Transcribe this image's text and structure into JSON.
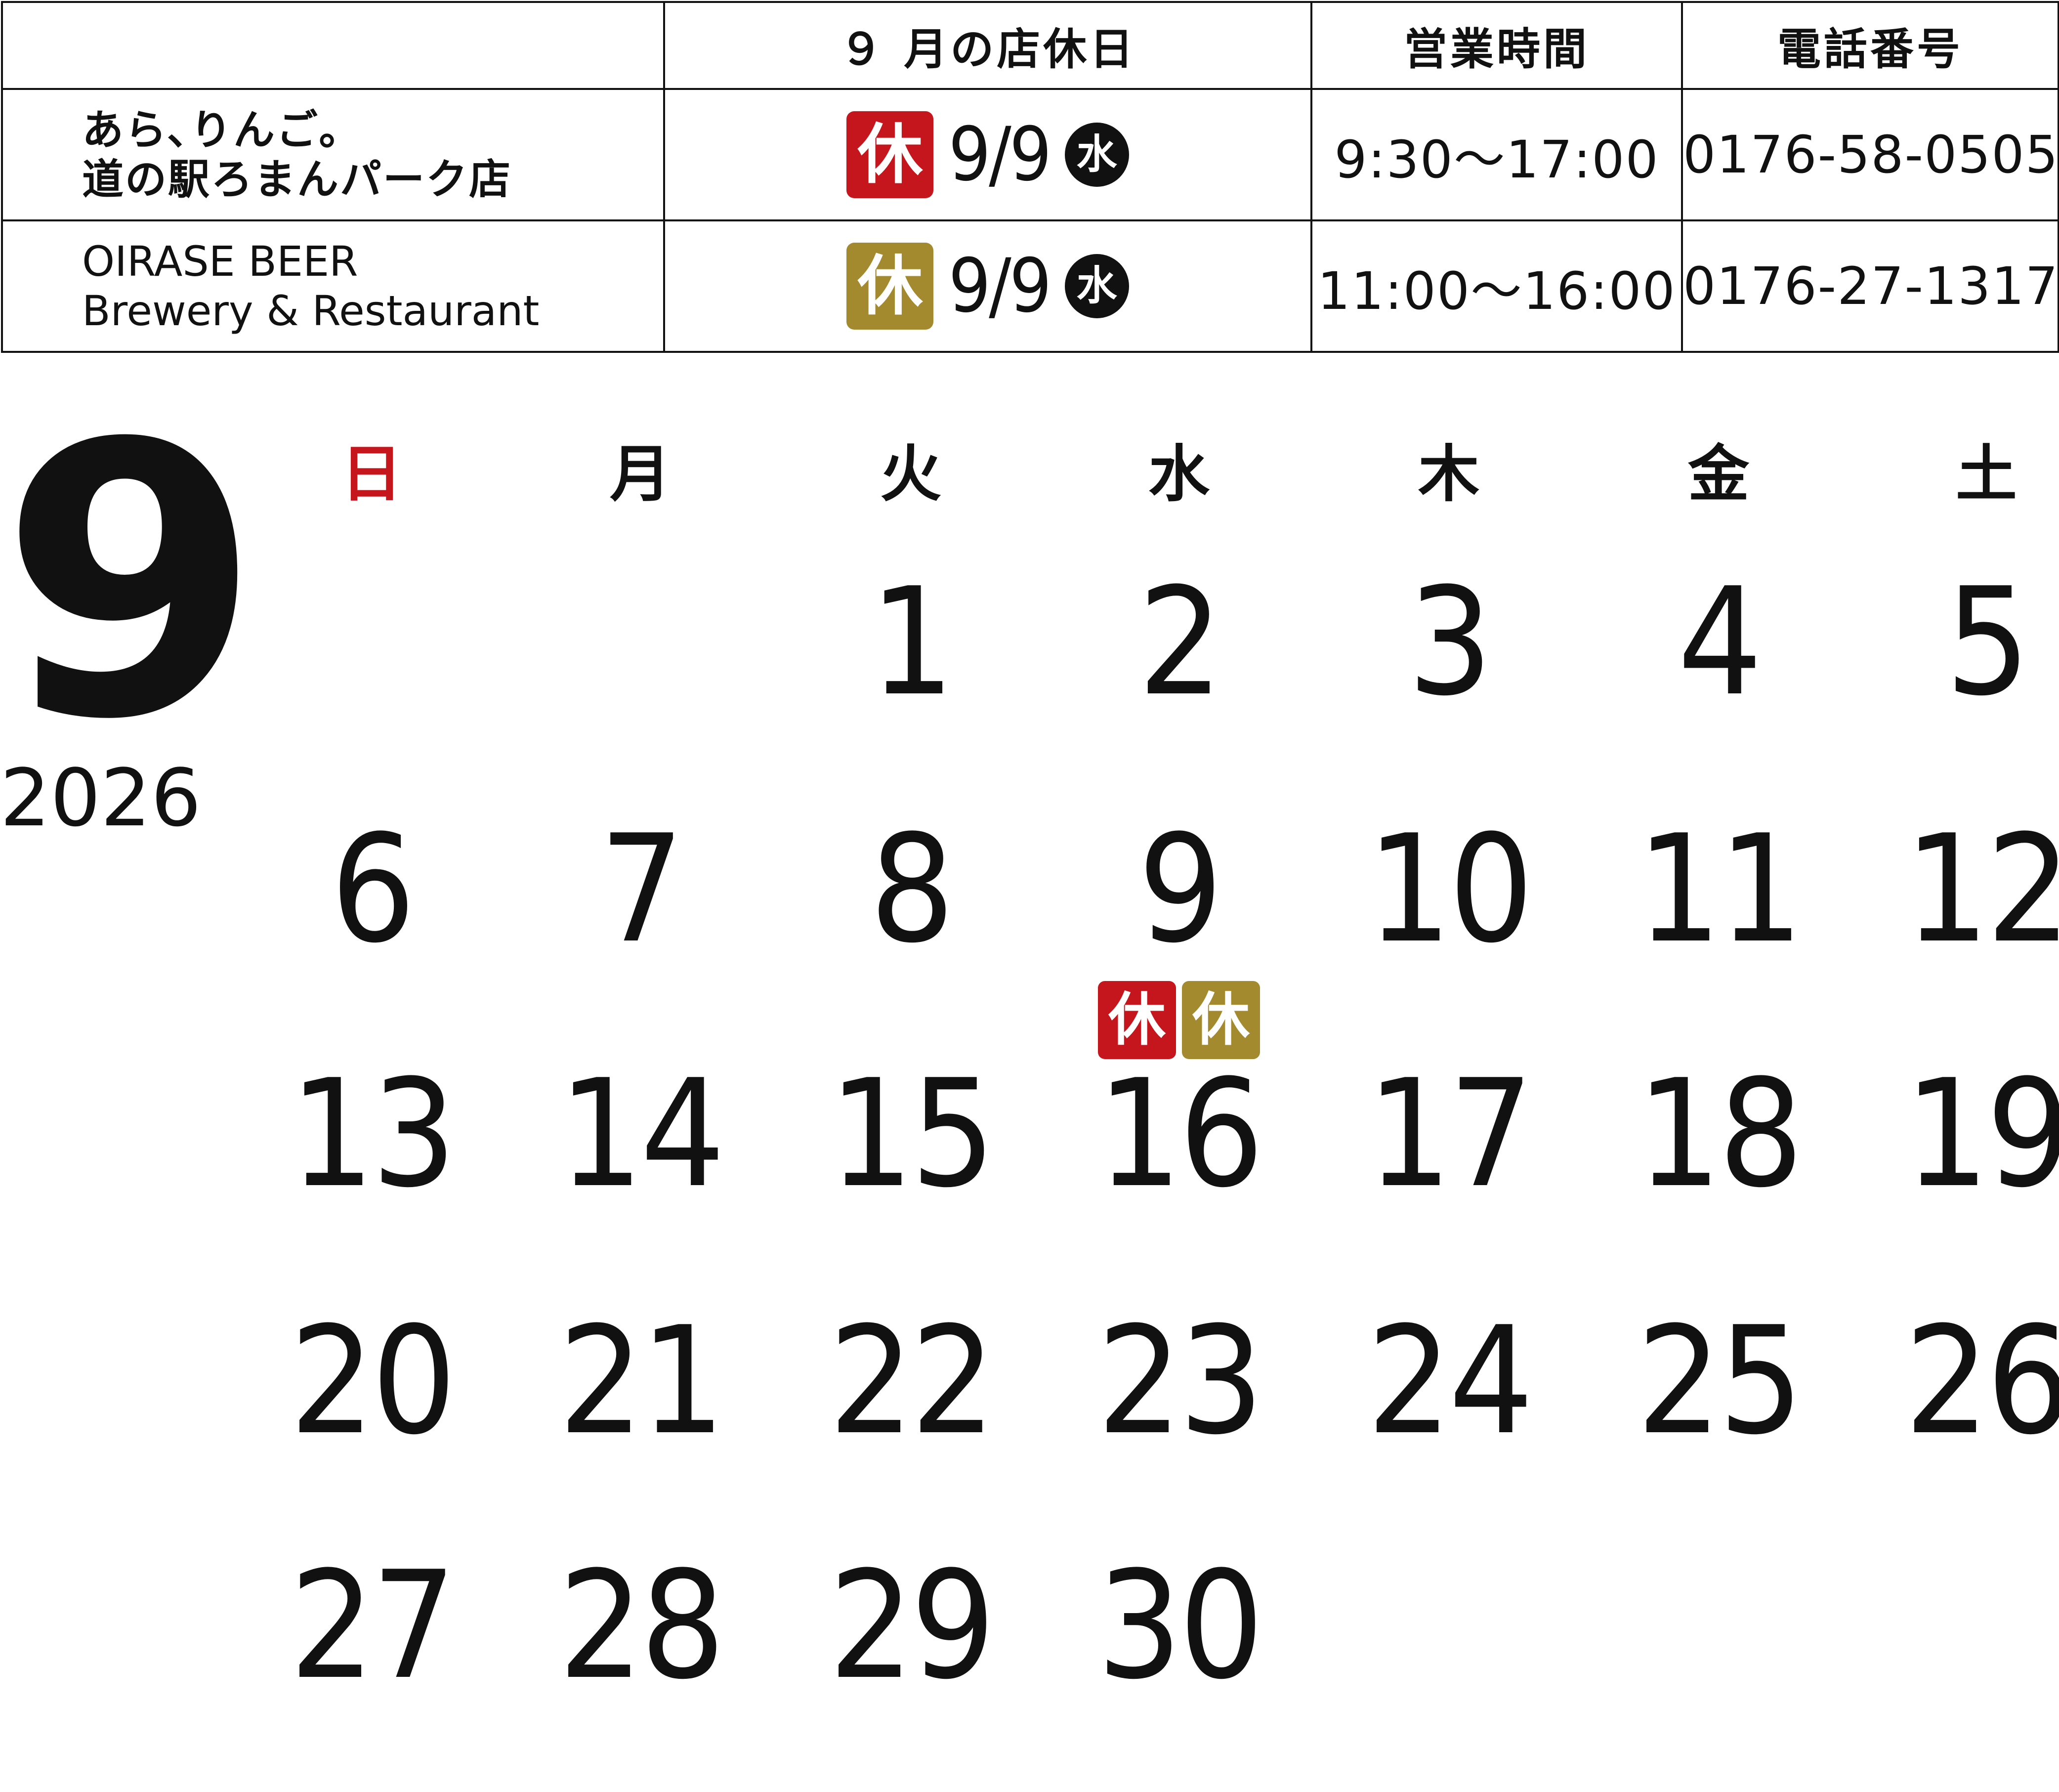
{
  "colors": {
    "red": "#c4161c",
    "gold": "#a38a2e",
    "sunday": "#c4161c",
    "text": "#111111"
  },
  "header": {
    "blank": "",
    "holidays": "９ 月の店休日",
    "hours": "営業時間",
    "phone": "電話番号"
  },
  "stores": [
    {
      "name_line1": "あら､りんご｡",
      "name_line2": "道の駅ろまんパーク店",
      "closed_icon": "休",
      "closed_date": "9/9",
      "closed_weekday": "水",
      "hours": "9:30〜17:00",
      "phone": "0176-58-0505",
      "color": "#c4161c"
    },
    {
      "name_line1": "OIRASE BEER",
      "name_line2": "Brewery & Restaurant",
      "closed_icon": "休",
      "closed_date": "9/9",
      "closed_weekday": "水",
      "hours": "11:00〜16:00",
      "phone": "0176-27-1317",
      "color": "#a38a2e"
    }
  ],
  "month": "9",
  "year": "2026",
  "weekdays": [
    "日",
    "月",
    "火",
    "水",
    "木",
    "金",
    "土"
  ],
  "weeks": [
    [
      "",
      "",
      "1",
      "2",
      "3",
      "4",
      "5"
    ],
    [
      "6",
      "7",
      "8",
      "9",
      "10",
      "11",
      "12"
    ],
    [
      "13",
      "14",
      "15",
      "16",
      "17",
      "18",
      "19"
    ],
    [
      "20",
      "21",
      "22",
      "23",
      "24",
      "25",
      "26"
    ],
    [
      "27",
      "28",
      "29",
      "30",
      "",
      "",
      ""
    ]
  ],
  "closures": [
    {
      "day": "9",
      "icons": [
        "休",
        "休"
      ],
      "colors": [
        "#c4161c",
        "#a38a2e"
      ]
    }
  ]
}
